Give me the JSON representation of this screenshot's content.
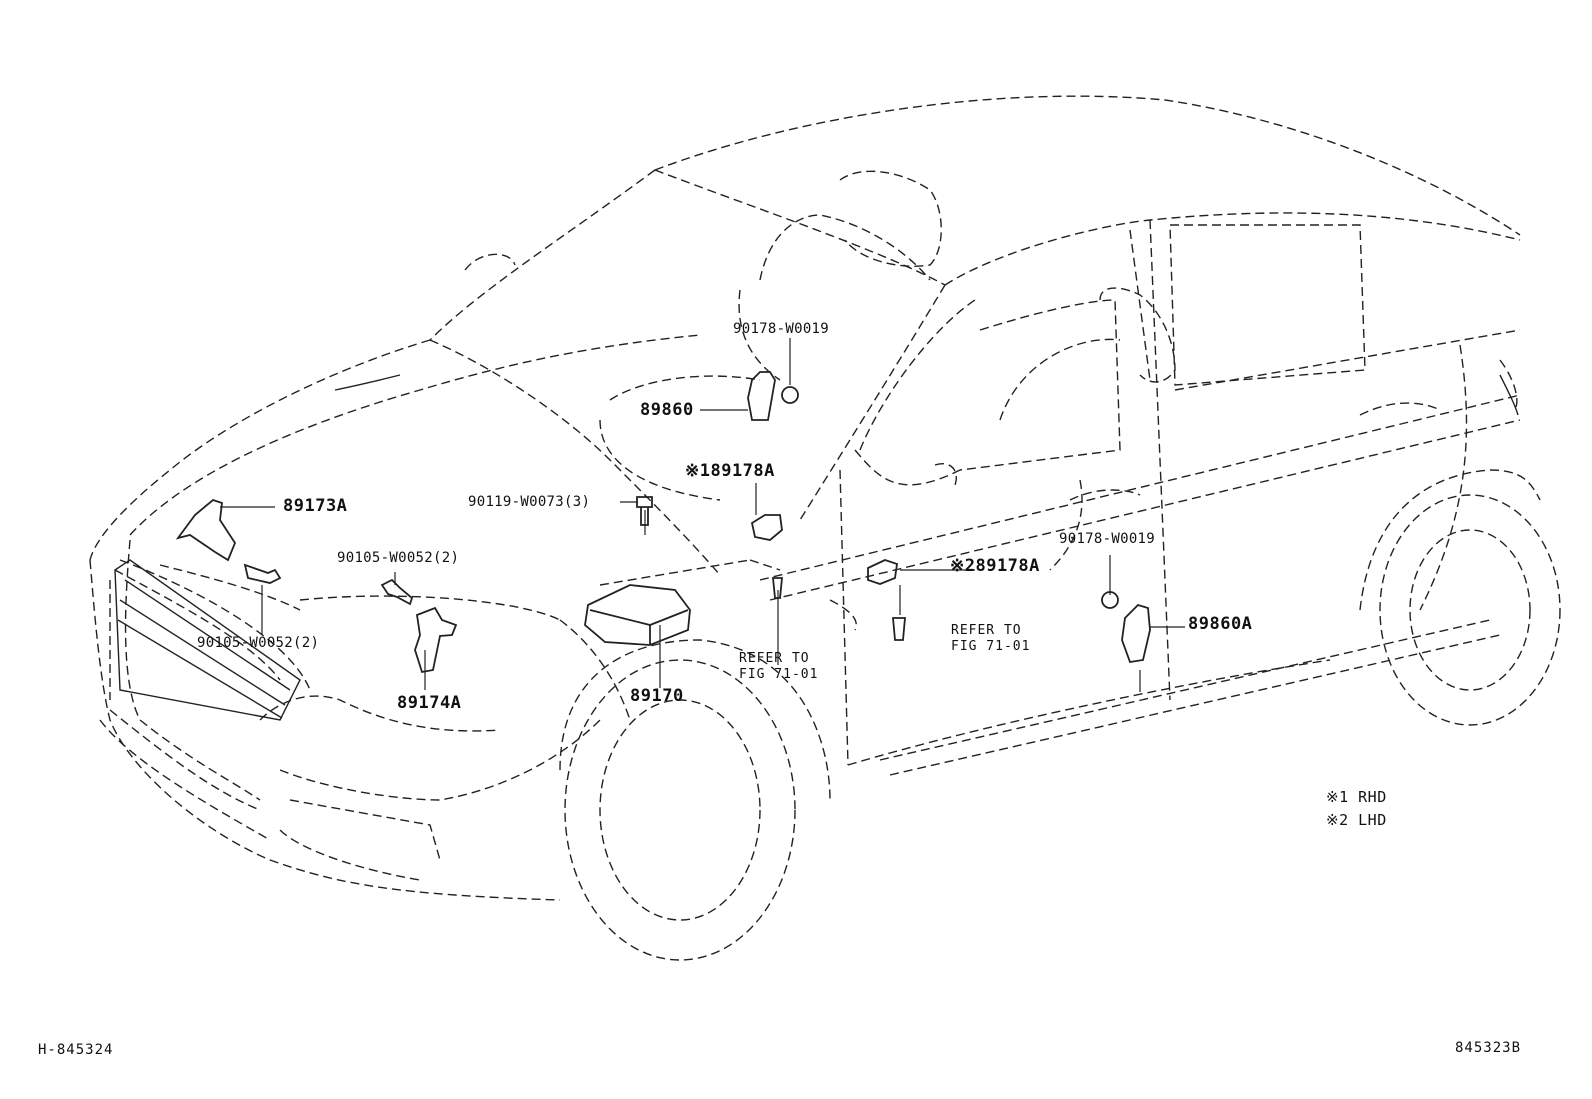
{
  "callouts": {
    "p89860": "89860",
    "p90178_top": "90178-W0019",
    "p89178A_rhd": "※189178A",
    "p90119": "90119-W0073(3)",
    "p89173A": "89173A",
    "p90105_upper": "90105-W0052(2)",
    "p90105_lower": "90105-W0052(2)",
    "p89174A": "89174A",
    "p89170": "89170",
    "p89178A_lhd": "※289178A",
    "p90178_right": "90178-W0019",
    "p89860A": "89860A"
  },
  "refs": {
    "ref_center_1": "REFER TO",
    "ref_center_2": "FIG 71-01",
    "ref_right_1": "REFER TO",
    "ref_right_2": "FIG 71-01"
  },
  "legend": {
    "rhd": "※1 RHD",
    "lhd": "※2 LHD"
  },
  "footer": {
    "left_code": "H-845324",
    "right_code": "845323B"
  }
}
